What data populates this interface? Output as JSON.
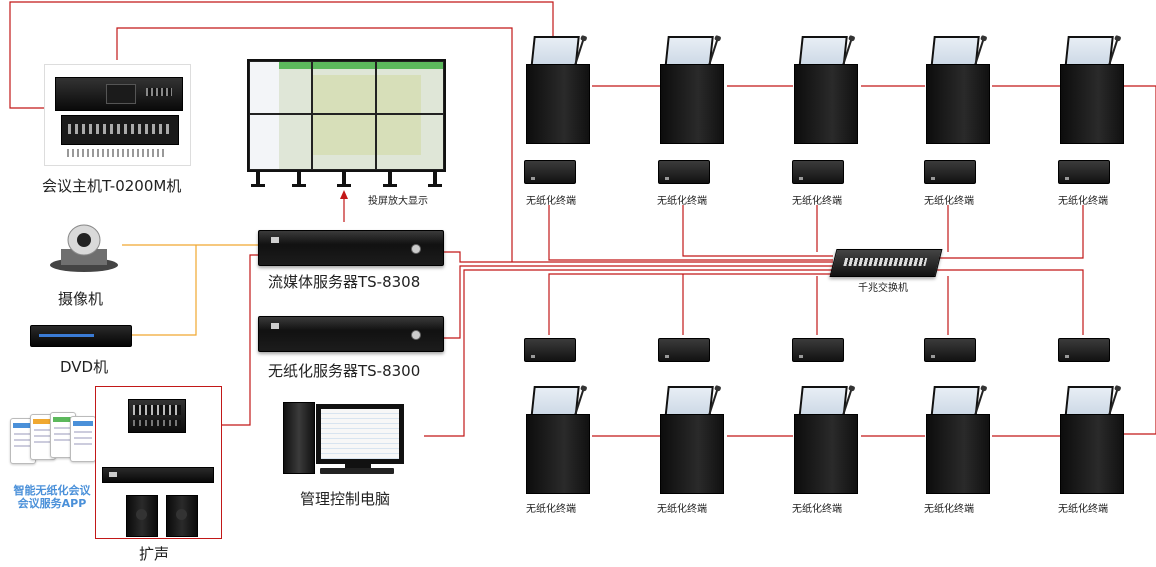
{
  "colors": {
    "wire_red": "#c21818",
    "wire_orange": "#f0a830",
    "app_blue": "#4a90d9"
  },
  "labels": {
    "host": "会议主机T-0200M机",
    "camera": "摄像机",
    "dvd": "DVD机",
    "app": "智能无纸化会议会议服务APP",
    "app_line1": "智能无纸化会议",
    "app_line2": "会议服务APP",
    "amplifier": "扩声",
    "streaming_server": "流媒体服务器TS-8308",
    "paperless_server": "无纸化服务器TS-8300",
    "control_pc": "管理控制电脑",
    "projection": "投屏放大显示",
    "switch": "千兆交换机",
    "terminal": "无纸化终端"
  },
  "terminals_top": [
    {
      "label": "无纸化终端"
    },
    {
      "label": "无纸化终端"
    },
    {
      "label": "无纸化终端"
    },
    {
      "label": "无纸化终端"
    },
    {
      "label": "无纸化终端"
    }
  ],
  "terminals_bottom": [
    {
      "label": "无纸化终端"
    },
    {
      "label": "无纸化终端"
    },
    {
      "label": "无纸化终端"
    },
    {
      "label": "无纸化终端"
    },
    {
      "label": "无纸化终端"
    }
  ],
  "icons": {
    "host": "conference-host-icon",
    "camera": "ptz-camera-icon",
    "dvd": "dvd-player-icon",
    "switch": "network-switch-icon",
    "pc": "desktop-computer-icon",
    "wall": "video-wall-icon"
  }
}
